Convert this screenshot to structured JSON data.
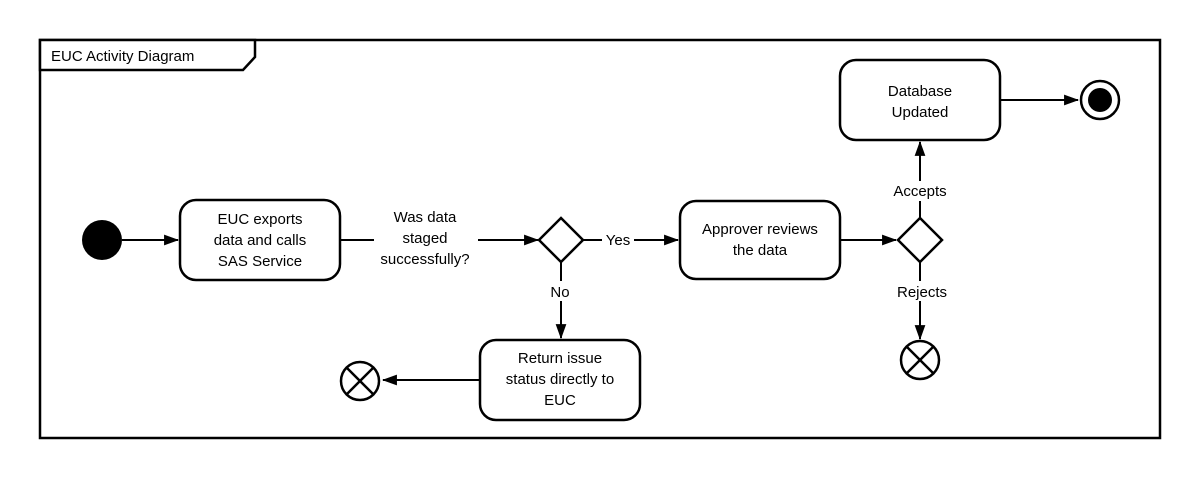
{
  "frame": {
    "title": "EUC Activity Diagram"
  },
  "colors": {
    "stroke": "#000000",
    "node_fill": "#ffffff",
    "background": "#ffffff",
    "text": "#000000"
  },
  "labels": {
    "export": [
      "EUC exports",
      "data and calls",
      "SAS Service"
    ],
    "staged_question": [
      "Was data",
      "staged",
      "successfully?"
    ],
    "approver": [
      "Approver reviews",
      "the data"
    ],
    "database": [
      "Database",
      "Updated"
    ],
    "return_issue": [
      "Return issue",
      "status directly to",
      "EUC"
    ],
    "yes": "Yes",
    "no": "No",
    "accepts": "Accepts",
    "rejects": "Rejects"
  }
}
